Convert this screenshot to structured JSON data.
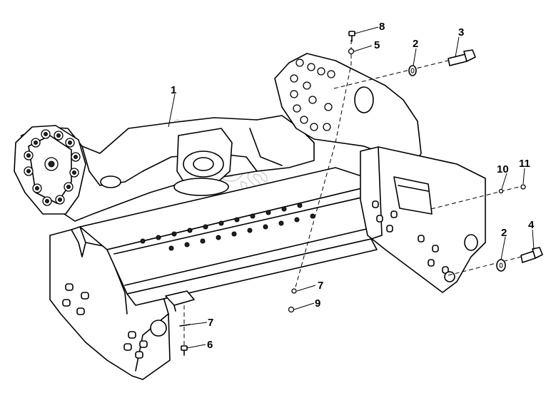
{
  "watermark": {
    "line1": "Autosoft.ru"
  },
  "callouts": [
    {
      "id": "callout-1",
      "label": "1"
    },
    {
      "id": "callout-2a",
      "label": "2"
    },
    {
      "id": "callout-2b",
      "label": "2"
    },
    {
      "id": "callout-3",
      "label": "3"
    },
    {
      "id": "callout-4",
      "label": "4"
    },
    {
      "id": "callout-5",
      "label": "5"
    },
    {
      "id": "callout-6",
      "label": "6"
    },
    {
      "id": "callout-7a",
      "label": "7"
    },
    {
      "id": "callout-7b",
      "label": "7"
    },
    {
      "id": "callout-8",
      "label": "8"
    },
    {
      "id": "callout-9",
      "label": "9"
    },
    {
      "id": "callout-10",
      "label": "10"
    },
    {
      "id": "callout-11",
      "label": "11"
    }
  ]
}
